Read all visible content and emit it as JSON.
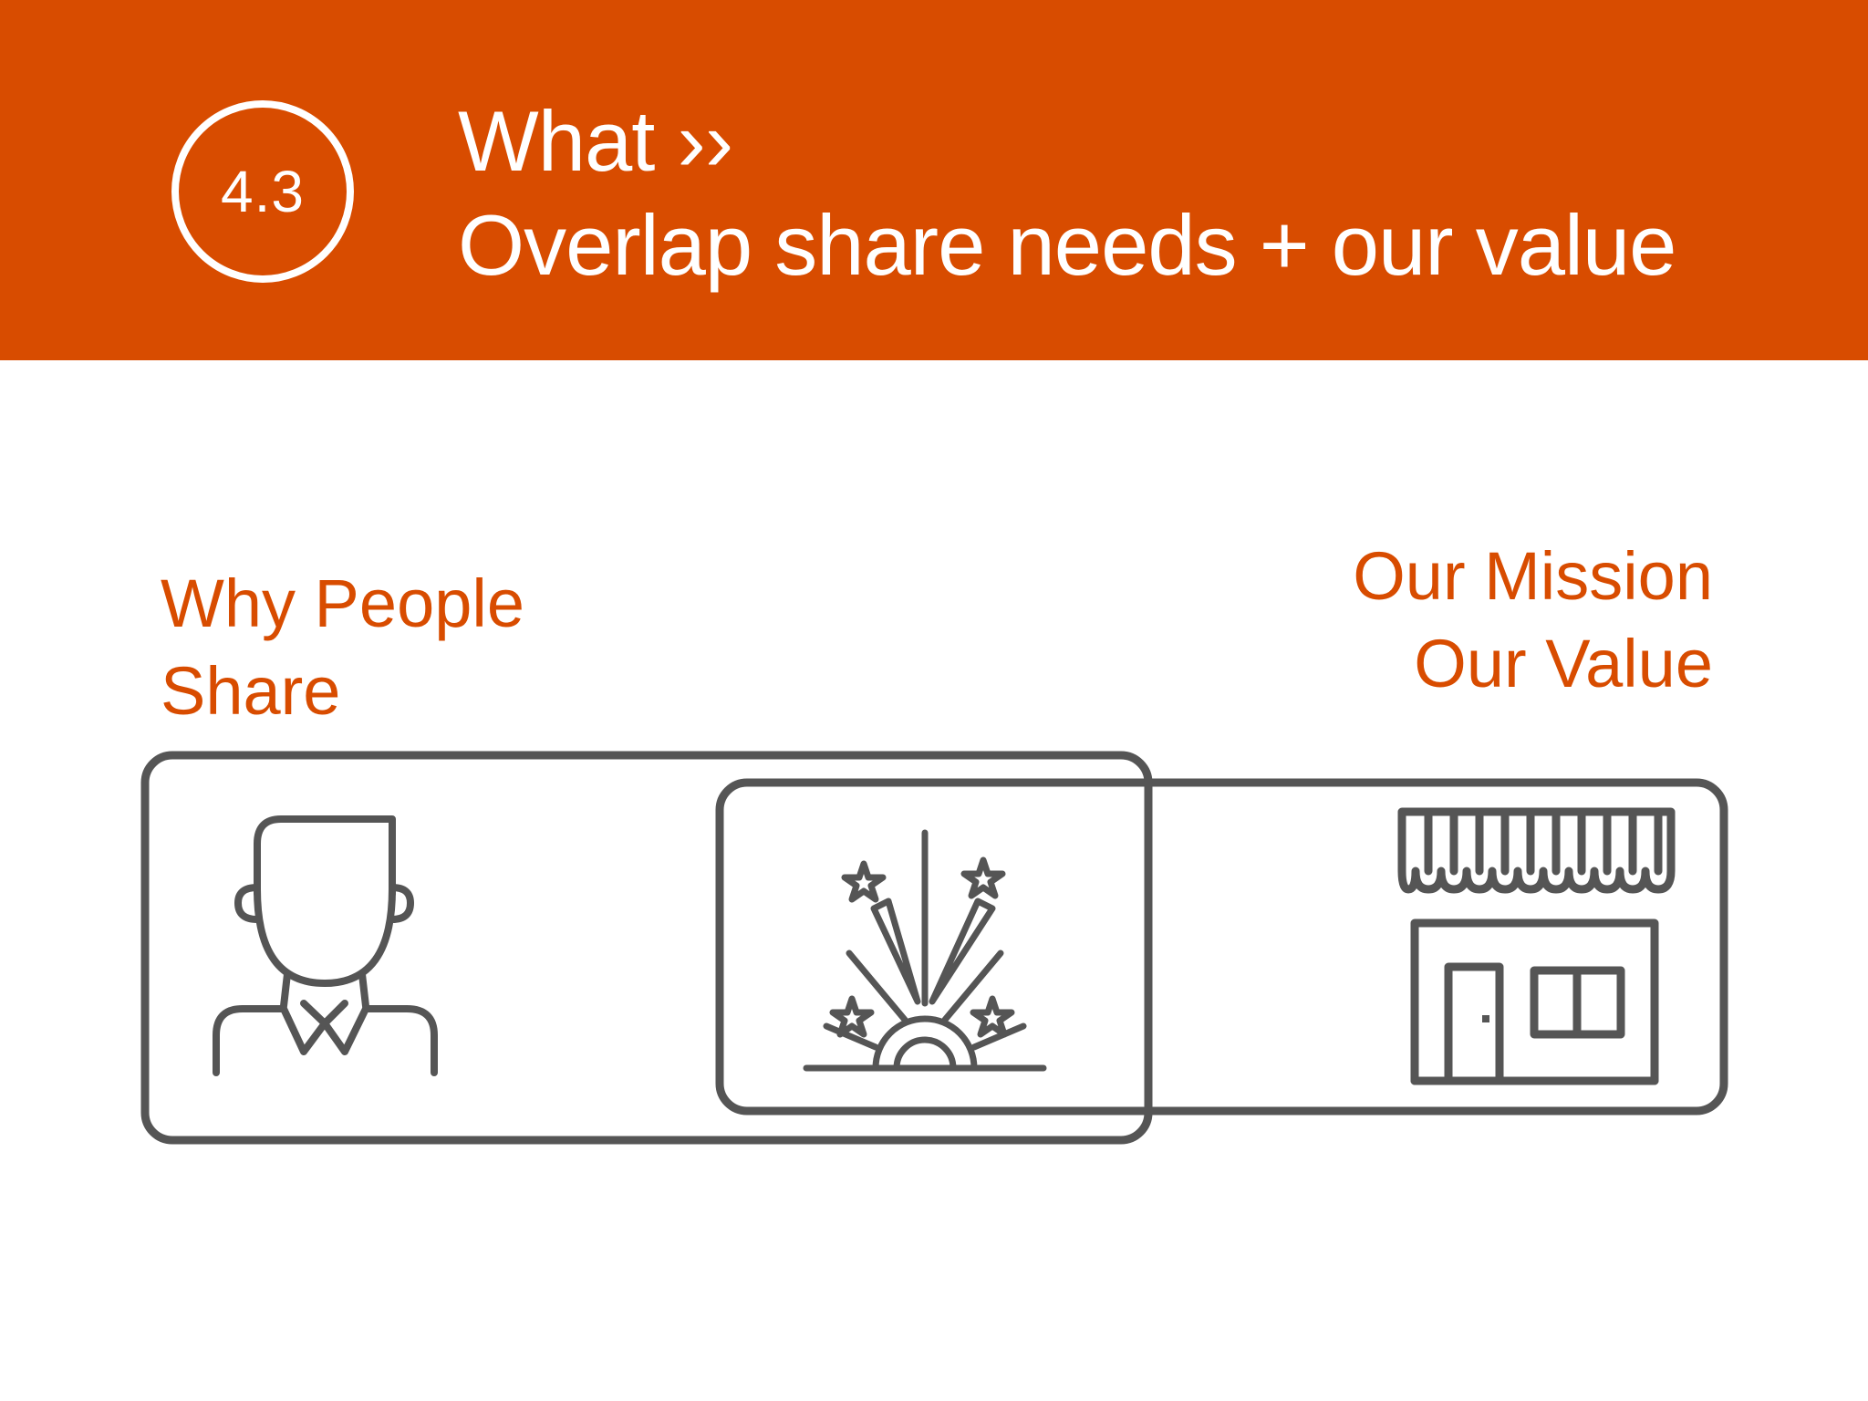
{
  "header": {
    "badge": "4.3",
    "title_line1": "What ››",
    "title_line2": "Overlap share needs + our value",
    "background_color": "#D84C00"
  },
  "diagram": {
    "left_label": [
      "Why People",
      "Share"
    ],
    "right_label": [
      "Our Mission",
      "Our Value"
    ],
    "left_icon": "person-icon",
    "center_icon": "fireworks-icon",
    "right_icon": "storefront-icon",
    "accent_color": "#D84C00",
    "stroke_color": "#555555"
  }
}
